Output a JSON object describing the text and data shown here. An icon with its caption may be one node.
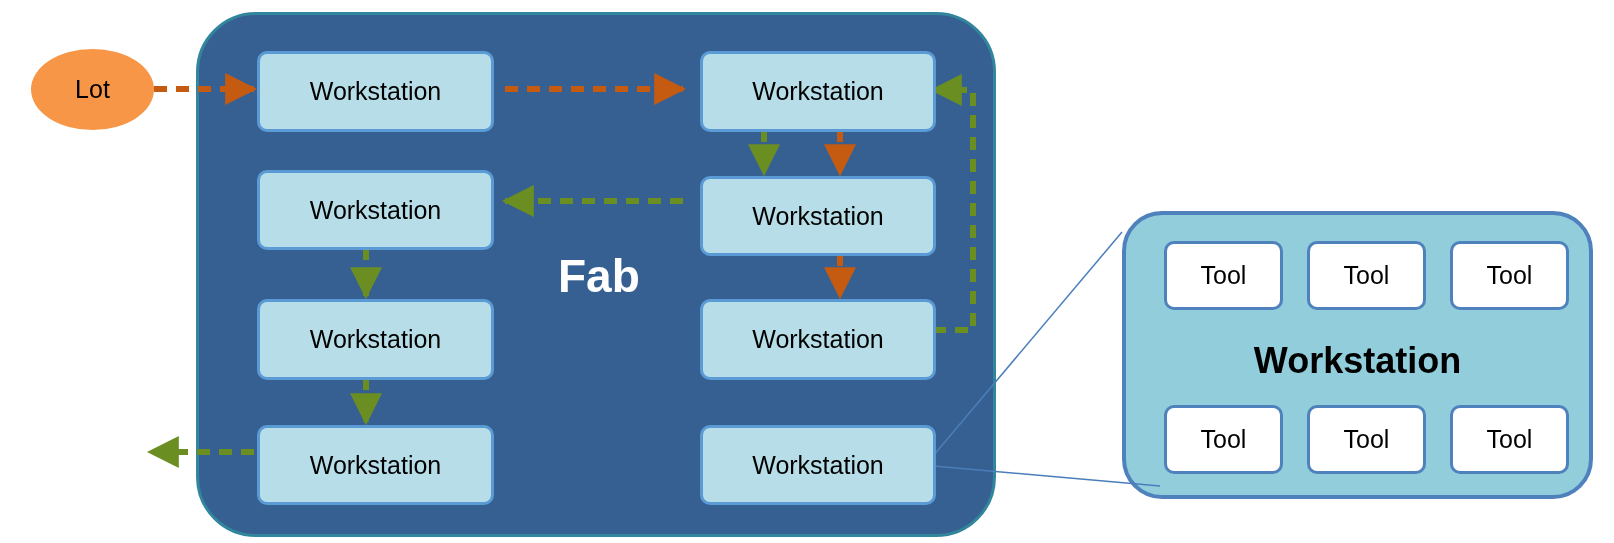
{
  "diagram": {
    "nodes": [
      {
        "text": [
          "Lot"
        ]
      },
      {
        "text": [
          "Fab"
        ]
      },
      {
        "text": [
          "Workstation"
        ],
        "in": 1
      },
      {
        "text": [
          "Workstation"
        ],
        "in": 1
      },
      {
        "text": [
          "Workstation"
        ],
        "in": 1
      },
      {
        "text": [
          "Workstation"
        ],
        "in": 1
      },
      {
        "text": [
          "Workstation"
        ],
        "in": 1
      },
      {
        "text": [
          "Workstation"
        ],
        "in": 1
      },
      {
        "text": [
          "Workstation"
        ],
        "in": 1
      },
      {
        "text": [
          "Workstation"
        ],
        "in": 1
      },
      {
        "text": [
          "Workstation"
        ]
      },
      {
        "text": [
          "Tool"
        ],
        "in": 10
      },
      {
        "text": [
          "Tool"
        ],
        "in": 10
      },
      {
        "text": [
          "Tool"
        ],
        "in": 10
      },
      {
        "text": [
          "Tool"
        ],
        "in": 10
      },
      {
        "text": [
          "Tool"
        ],
        "in": 10
      },
      {
        "text": [
          "Tool"
        ],
        "in": 10
      }
    ],
    "edges": [
      {
        "from": 0,
        "to": 2,
        "arrow": "to",
        "style": "dashed",
        "color": "#c55a11"
      },
      {
        "from": 2,
        "to": 3,
        "arrow": "to",
        "style": "dashed",
        "color": "#c55a11"
      },
      {
        "from": 3,
        "to": 5,
        "arrow": "to",
        "style": "dashed",
        "color": "#6b8e23"
      },
      {
        "from": 3,
        "to": 5,
        "arrow": "to",
        "style": "dashed",
        "color": "#c55a11"
      },
      {
        "from": 5,
        "to": 7,
        "arrow": "to",
        "style": "dashed",
        "color": "#c55a11"
      },
      {
        "from": 7,
        "to": 3,
        "arrow": "to",
        "style": "dashed",
        "color": "#6b8e23"
      },
      {
        "from": 5,
        "to": 4,
        "arrow": "to",
        "style": "dashed",
        "color": "#6b8e23"
      },
      {
        "from": 4,
        "to": 6,
        "arrow": "to",
        "style": "dashed",
        "color": "#6b8e23"
      },
      {
        "from": 6,
        "to": 8,
        "arrow": "to",
        "style": "dashed",
        "color": "#6b8e23"
      },
      {
        "from": 8,
        "to": null,
        "arrow": "to",
        "style": "dashed",
        "color": "#6b8e23"
      },
      {
        "from": 9,
        "to": 10,
        "arrow": "none",
        "color": "#4a7ebb"
      },
      {
        "from": 9,
        "to": 10,
        "arrow": "none",
        "color": "#4a7ebb"
      }
    ]
  }
}
